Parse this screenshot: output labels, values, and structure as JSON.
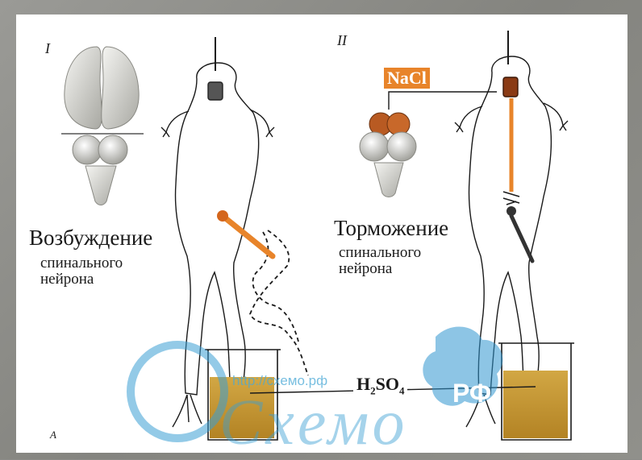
{
  "labels": {
    "panel_one": "I",
    "panel_two": "II",
    "excitation_title": "Возбуждение",
    "excitation_sub1": "спинального",
    "excitation_sub2": "нейрона",
    "inhibition_title": "Торможение",
    "inhibition_sub1": "спинального",
    "inhibition_sub2": "нейрона",
    "nacl": "NaCl",
    "acid_main": "H",
    "acid_sub1": "2",
    "acid_mid": "SO",
    "acid_sub2": "4",
    "corner_mark": "A"
  },
  "watermark": {
    "url": "http://схемо.рф",
    "badge": "РФ",
    "word": "Схемо"
  },
  "colors": {
    "background": "#8c8c88",
    "panel": "#ffffff",
    "acid": "#c4962e",
    "nerve": "#e8842a",
    "brain": "#d8d8d2",
    "watermark": "#3a9fd4"
  }
}
